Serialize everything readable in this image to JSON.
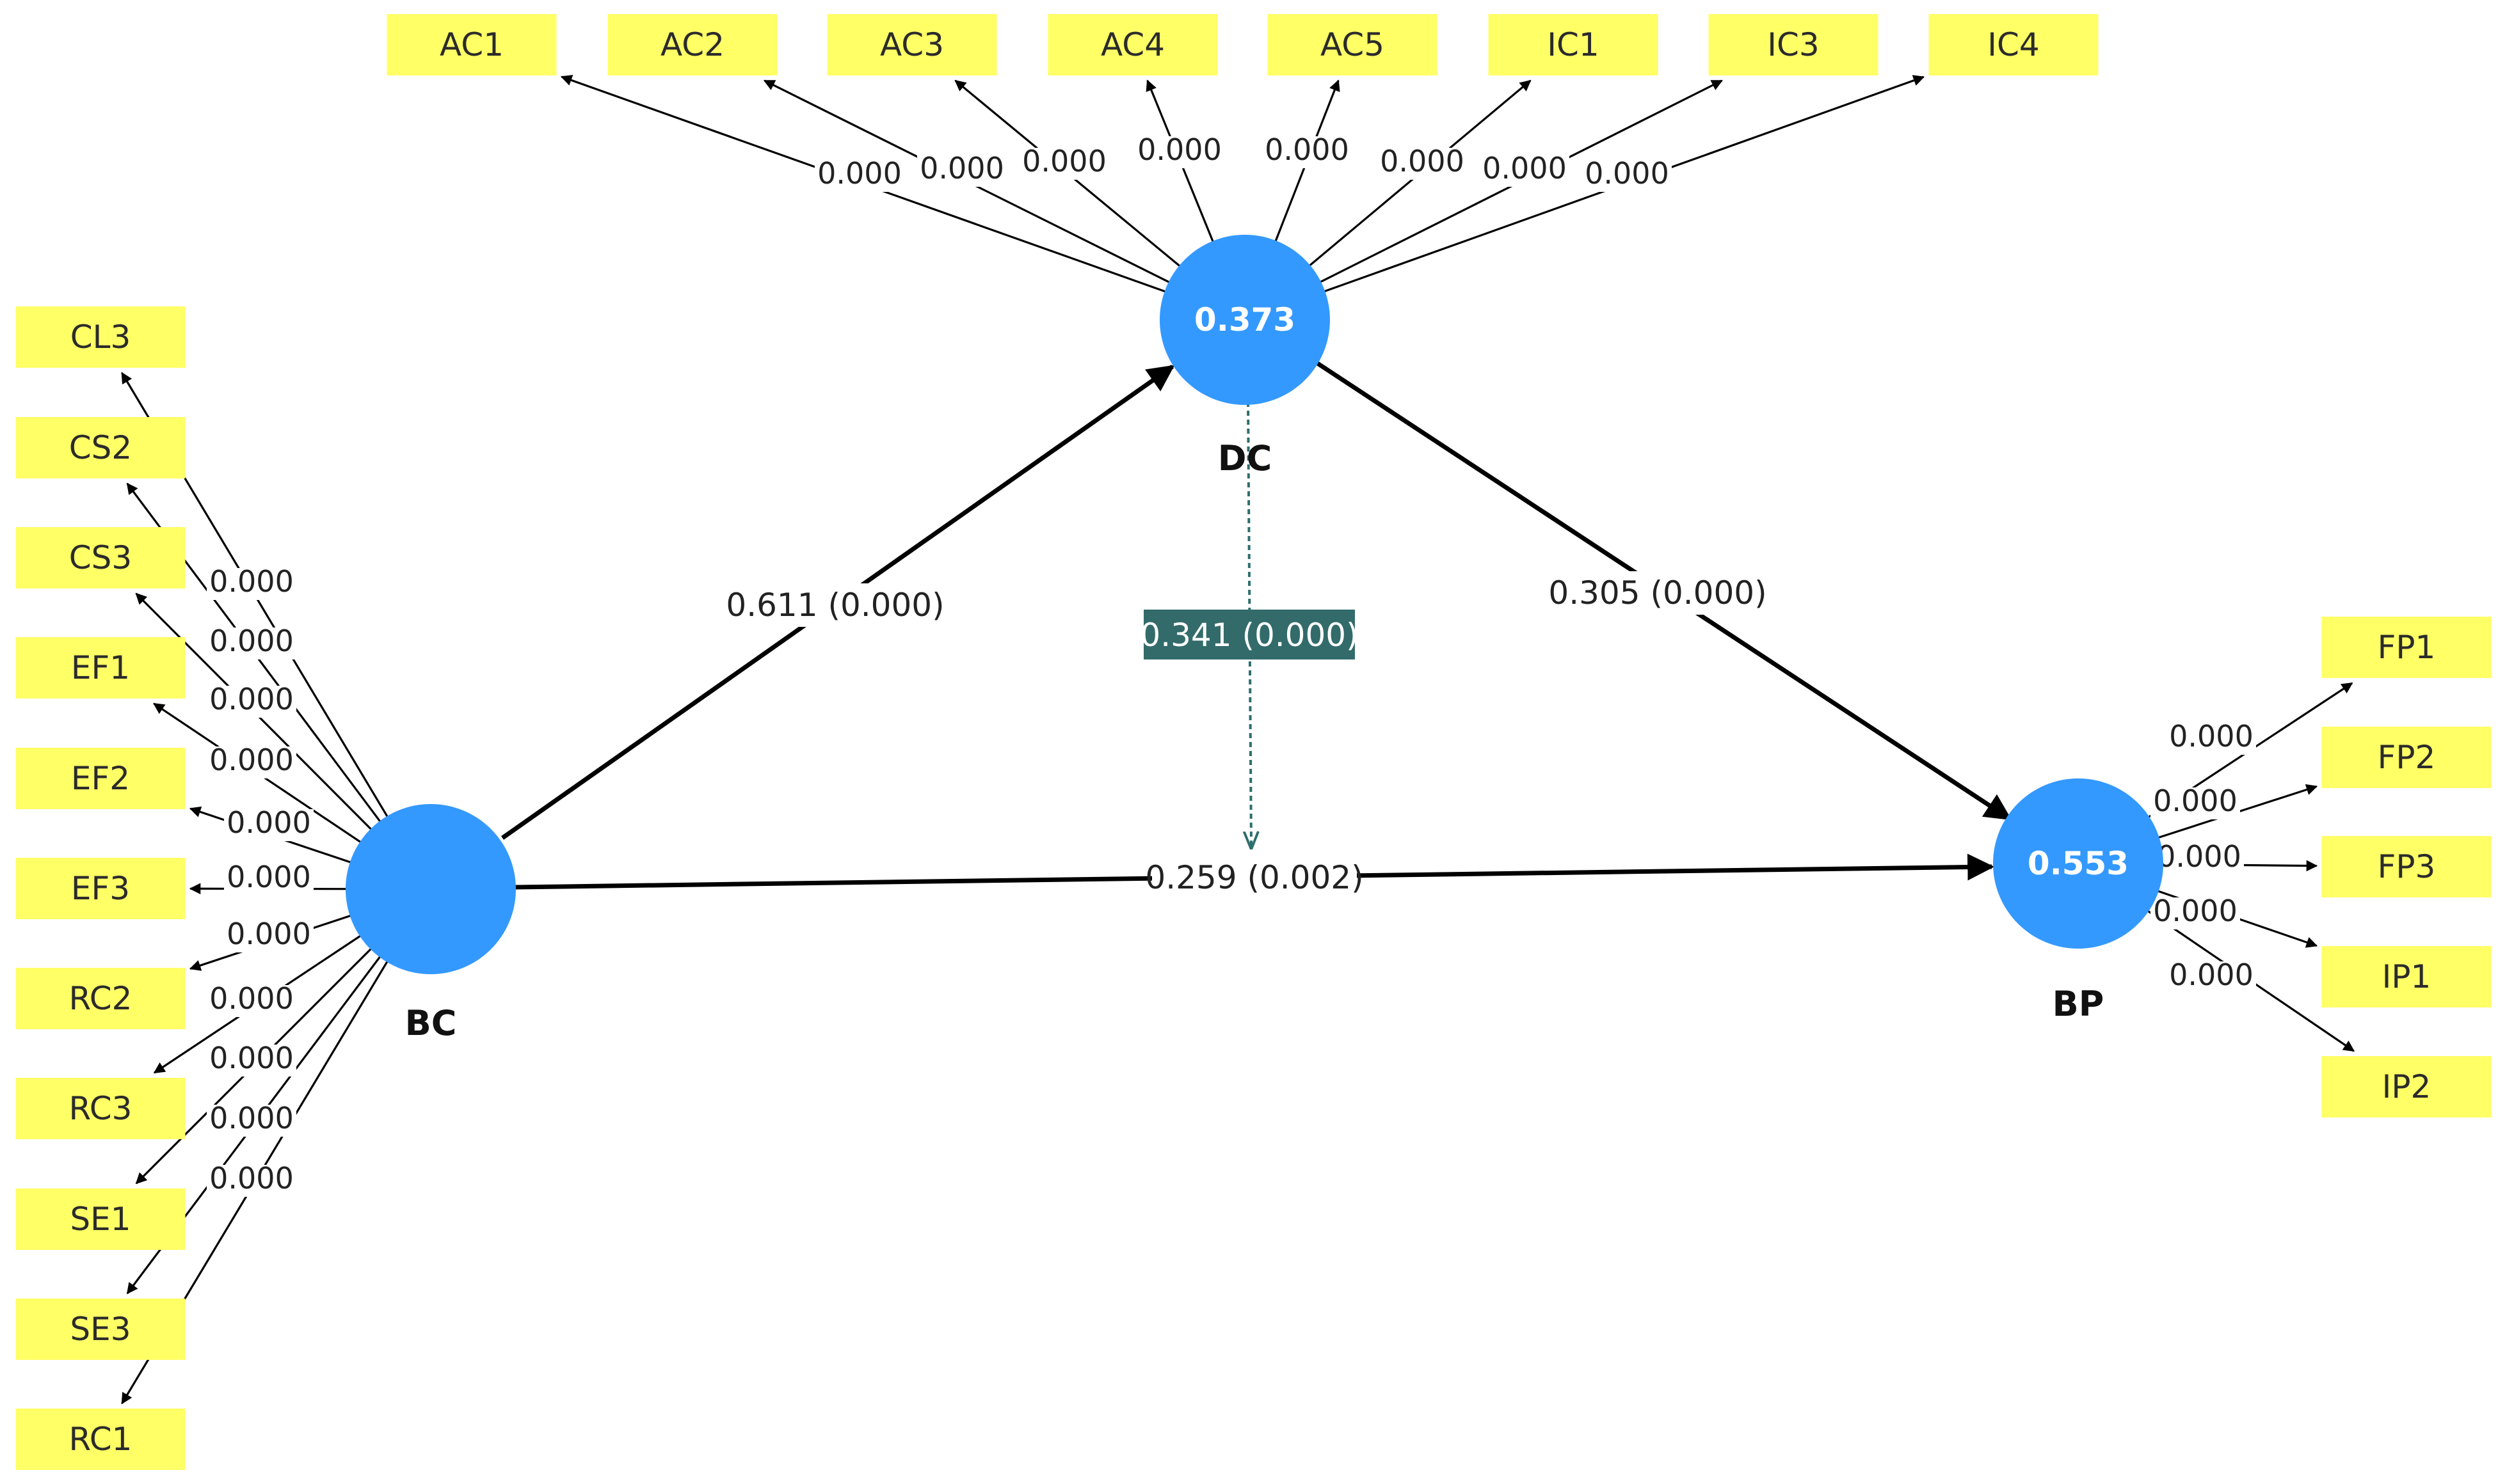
{
  "colors": {
    "construct_fill": "#3399FF",
    "indicator_fill": "#FFFF66",
    "arrow": "#000000",
    "moderation": "#2E6E6E",
    "moderation_label_bg": "#336B6B"
  },
  "constructs": {
    "BC": {
      "name": "BC",
      "r2": ""
    },
    "DC": {
      "name": "DC",
      "r2": "0.373"
    },
    "BP": {
      "name": "BP",
      "r2": "0.553"
    }
  },
  "indicators": {
    "DC": [
      {
        "name": "AC1",
        "weight": "0.000"
      },
      {
        "name": "AC2",
        "weight": "0.000"
      },
      {
        "name": "AC3",
        "weight": "0.000"
      },
      {
        "name": "AC4",
        "weight": "0.000"
      },
      {
        "name": "AC5",
        "weight": "0.000"
      },
      {
        "name": "IC1",
        "weight": "0.000"
      },
      {
        "name": "IC3",
        "weight": "0.000"
      },
      {
        "name": "IC4",
        "weight": "0.000"
      }
    ],
    "BC": [
      {
        "name": "CL3",
        "weight": "0.000"
      },
      {
        "name": "CS2",
        "weight": "0.000"
      },
      {
        "name": "CS3",
        "weight": "0.000"
      },
      {
        "name": "EF1",
        "weight": "0.000"
      },
      {
        "name": "EF2",
        "weight": "0.000"
      },
      {
        "name": "EF3",
        "weight": "0.000"
      },
      {
        "name": "RC2",
        "weight": "0.000"
      },
      {
        "name": "RC3",
        "weight": "0.000"
      },
      {
        "name": "SE1",
        "weight": "0.000"
      },
      {
        "name": "SE3",
        "weight": "0.000"
      },
      {
        "name": "RC1",
        "weight": "0.000"
      }
    ],
    "BP": [
      {
        "name": "FP1",
        "weight": "0.000"
      },
      {
        "name": "FP2",
        "weight": "0.000"
      },
      {
        "name": "FP3",
        "weight": "0.000"
      },
      {
        "name": "IP1",
        "weight": "0.000"
      },
      {
        "name": "IP2",
        "weight": "0.000"
      }
    ]
  },
  "paths": {
    "BC_DC": "0.611 (0.000)",
    "DC_BP": "0.305 (0.000)",
    "BC_BP": "0.259 (0.002)",
    "moderation": "0.341 (0.000)"
  }
}
